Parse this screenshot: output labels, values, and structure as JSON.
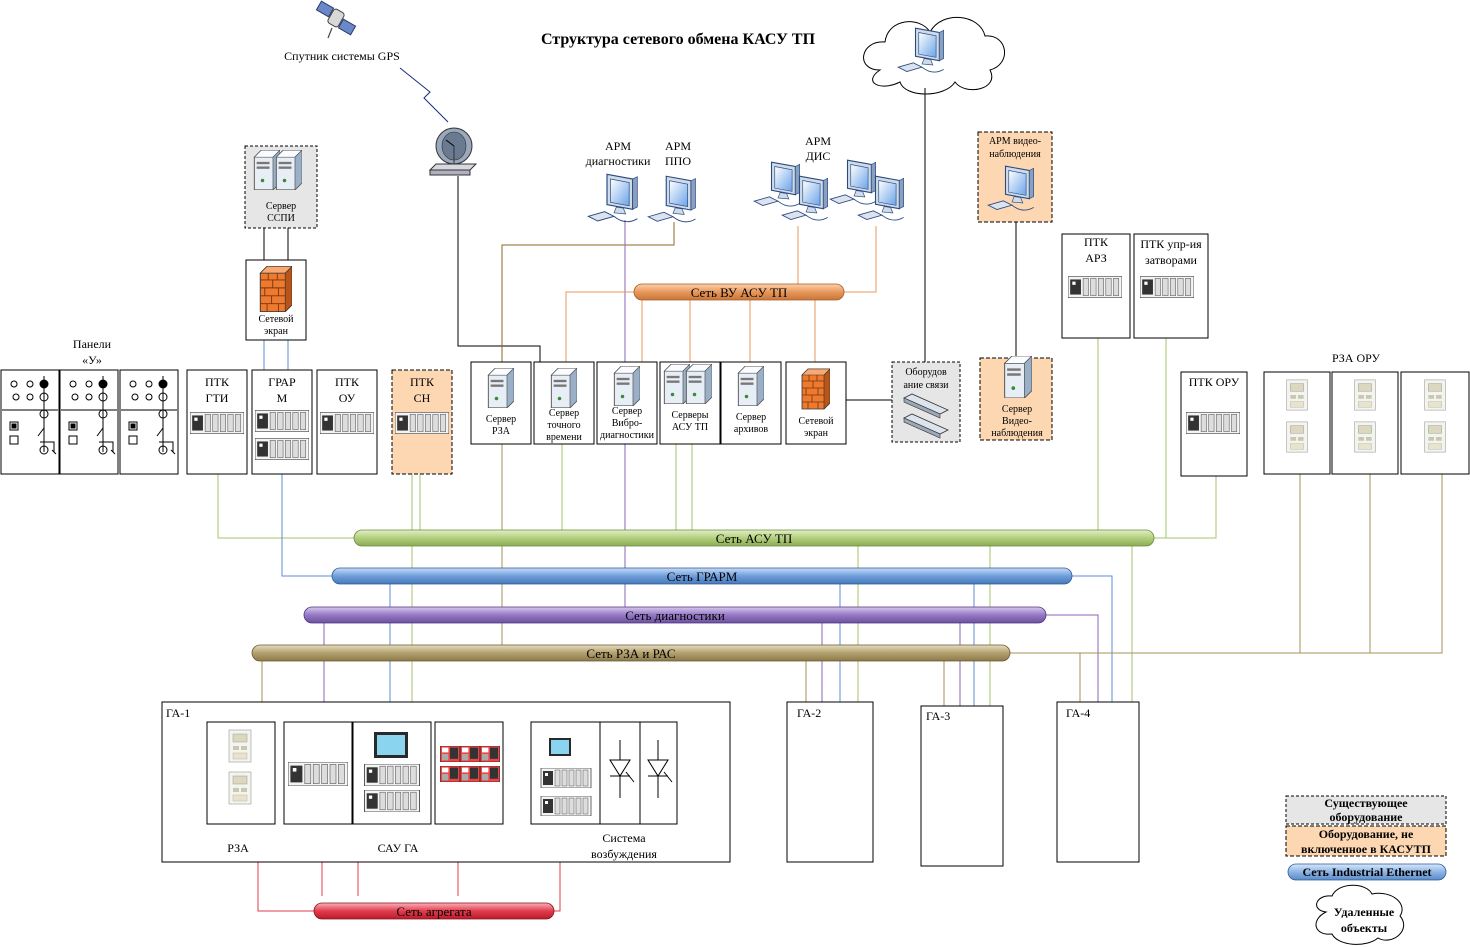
{
  "title": "Структура сетевого обмена КАСУ ТП",
  "satellite_label": "Спутник системы GPS",
  "nodes": {
    "server_sspi": [
      "Сервер",
      "ССПИ"
    ],
    "firewall_top": [
      "Сетевой",
      "экран"
    ],
    "panels_u": [
      "Панели",
      "«У»"
    ],
    "ptk_gti": [
      "ПТК",
      "ГТИ"
    ],
    "grarm": [
      "ГРАР",
      "М"
    ],
    "ptk_ou": [
      "ПТК",
      "ОУ"
    ],
    "ptk_sn": [
      "ПТК",
      "СН"
    ],
    "server_rza": [
      "Сервер",
      "РЗА"
    ],
    "server_time": [
      "Сервер",
      "точного",
      "времени"
    ],
    "server_vibro": [
      "Сервер",
      "Вибро-",
      "диагностики"
    ],
    "servers_asu": [
      "Серверы",
      "АСУ ТП"
    ],
    "server_archive": [
      "Сервер",
      "архивов"
    ],
    "firewall_mid": [
      "Сетевой",
      "экран"
    ],
    "comm_equipment": [
      "Оборудов",
      "ание связи"
    ],
    "arm_diag": [
      "АРМ",
      "диагностики"
    ],
    "arm_ppo": [
      "АРМ",
      "ППО"
    ],
    "arm_dis": [
      "АРМ",
      "ДИС"
    ],
    "arm_video": [
      "АРМ видео-",
      "наблюдения"
    ],
    "server_video": [
      "Сервер",
      "Видео-",
      "наблюдения"
    ],
    "ptk_arz": [
      "ПТК",
      "АРЗ"
    ],
    "ptk_zatvory": [
      "ПТК упр-ия",
      "затворами"
    ],
    "ptk_oru": [
      "ПТК ОРУ"
    ],
    "rza_oru": [
      "РЗА ОРУ"
    ]
  },
  "buses": {
    "vu": "Сеть ВУ АСУ ТП",
    "asutp": "Сеть АСУ ТП",
    "grarm": "Сеть ГРАРМ",
    "diag": "Сеть диагностики",
    "rza": "Сеть РЗА и РАС",
    "aggregate": "Сеть агрегата"
  },
  "units": {
    "ga1": "ГА-1",
    "ga2": "ГА-2",
    "ga3": "ГА-3",
    "ga4": "ГА-4",
    "rza": "РЗА",
    "sau": "САУ ГА",
    "excitation": [
      "Система",
      "возбуждения"
    ]
  },
  "legend": {
    "existing": [
      "Существующее",
      "оборудование"
    ],
    "not_included": [
      "Оборудование, не",
      "включенное в  КАСУТП"
    ],
    "ethernet": "Сеть Industrial Ethernet",
    "remote": [
      "Удаленные",
      "объекты"
    ]
  },
  "colors": {
    "vu": "#e8975a",
    "asutp": "#a5c46a",
    "grarm": "#5b8ed4",
    "diag": "#8a66b8",
    "rza": "#a6915a",
    "aggregate": "#e23b4c",
    "existing_fill": "#e6e6e6",
    "not_included_fill": "#fcd7b2",
    "ethernet_fill": "#8cb4e4"
  }
}
